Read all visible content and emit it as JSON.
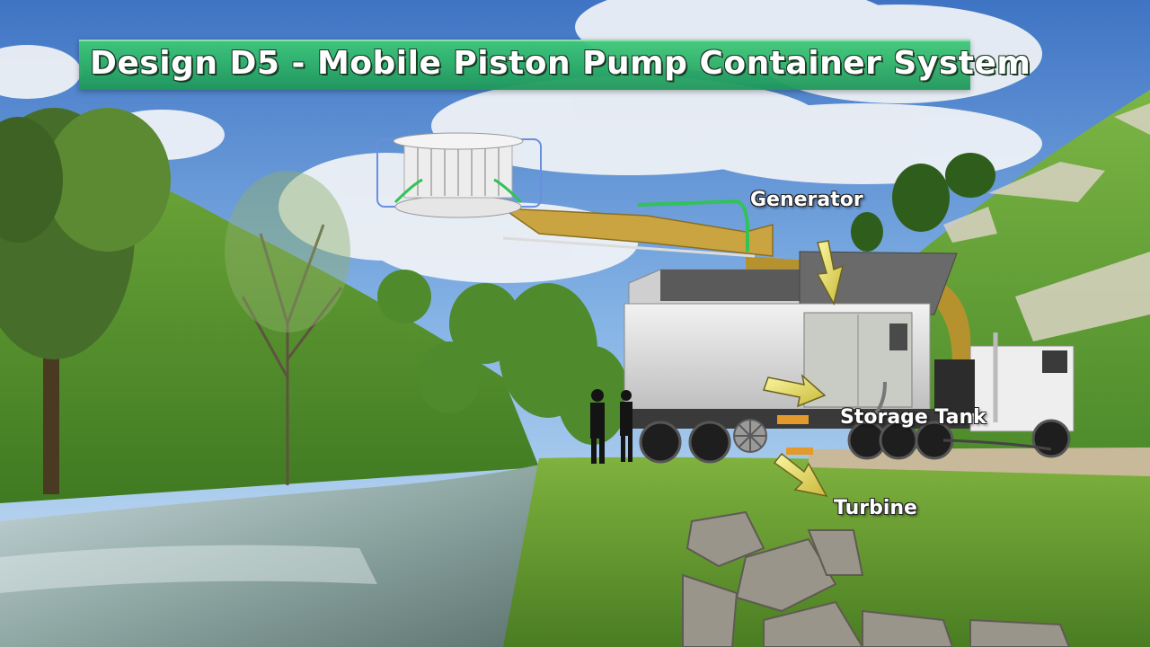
{
  "title": "Design D5 - Mobile Piston Pump Container System",
  "labels": {
    "generator": "Generator",
    "storage_tank": "Storage Tank",
    "turbine": "Turbine"
  },
  "colors": {
    "banner": "#2fae6e",
    "arrow": "#e8e06a",
    "boom": "#c9a440",
    "container": "#e4e4e4"
  }
}
